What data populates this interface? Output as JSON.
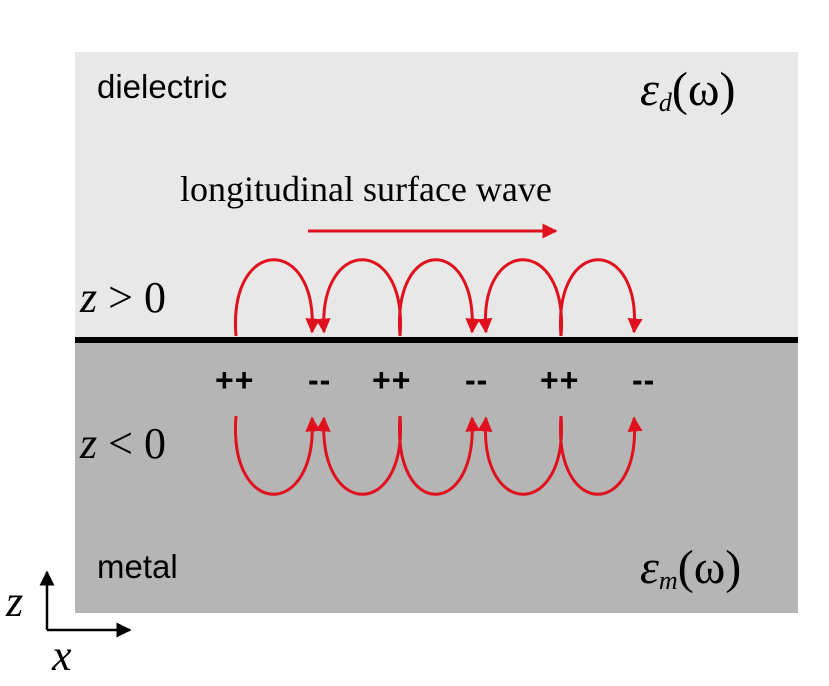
{
  "regions": {
    "dielectric_label": "dielectric",
    "metal_label": "metal",
    "dielectric_permittivity": {
      "symbol": "ε",
      "subscript": "d",
      "argument": "(ω)"
    },
    "metal_permittivity": {
      "symbol": "ε",
      "subscript": "m",
      "argument": "(ω)"
    }
  },
  "wave_label": "longitudinal surface wave",
  "inequalities": {
    "upper": {
      "var": "z",
      "rel": " > 0"
    },
    "lower": {
      "var": "z",
      "rel": " < 0"
    }
  },
  "charges": [
    "++",
    "--",
    "++",
    "--",
    "++",
    "--"
  ],
  "axes": {
    "vertical": "z",
    "horizontal": "x"
  },
  "colors": {
    "dielectric": "#e8e8e8",
    "metal": "#b5b5b5",
    "field_lines": "#e0101e",
    "interface": "#000000"
  }
}
